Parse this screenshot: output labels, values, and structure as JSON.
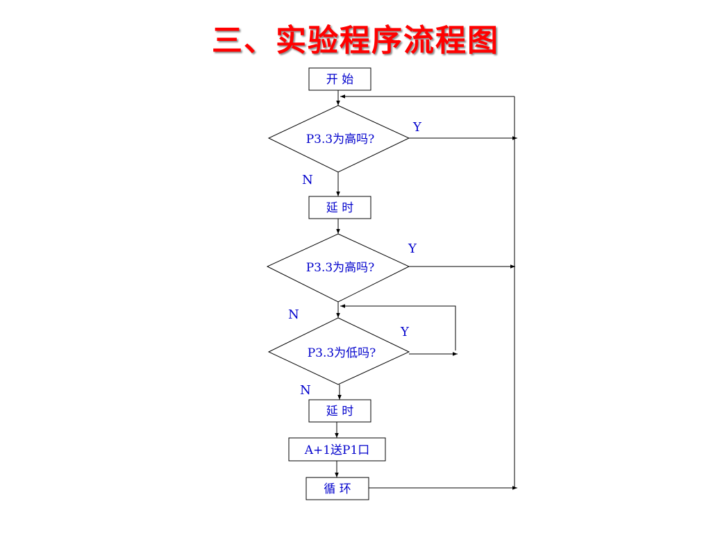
{
  "title": "三、实验程序流程图",
  "nodes": {
    "start": "开 始",
    "decision1": "P3.3为高吗?",
    "delay1": "延 时",
    "decision2": "P3.3为高吗?",
    "decision3": "P3.3为低吗?",
    "delay2": "延 时",
    "send": "A+1送P1口",
    "loop": "循 环"
  },
  "branches": {
    "d1_yes": "Y",
    "d1_no": "N",
    "d2_yes": "Y",
    "d2_no": "N",
    "d3_yes": "Y",
    "d3_no": "N"
  }
}
